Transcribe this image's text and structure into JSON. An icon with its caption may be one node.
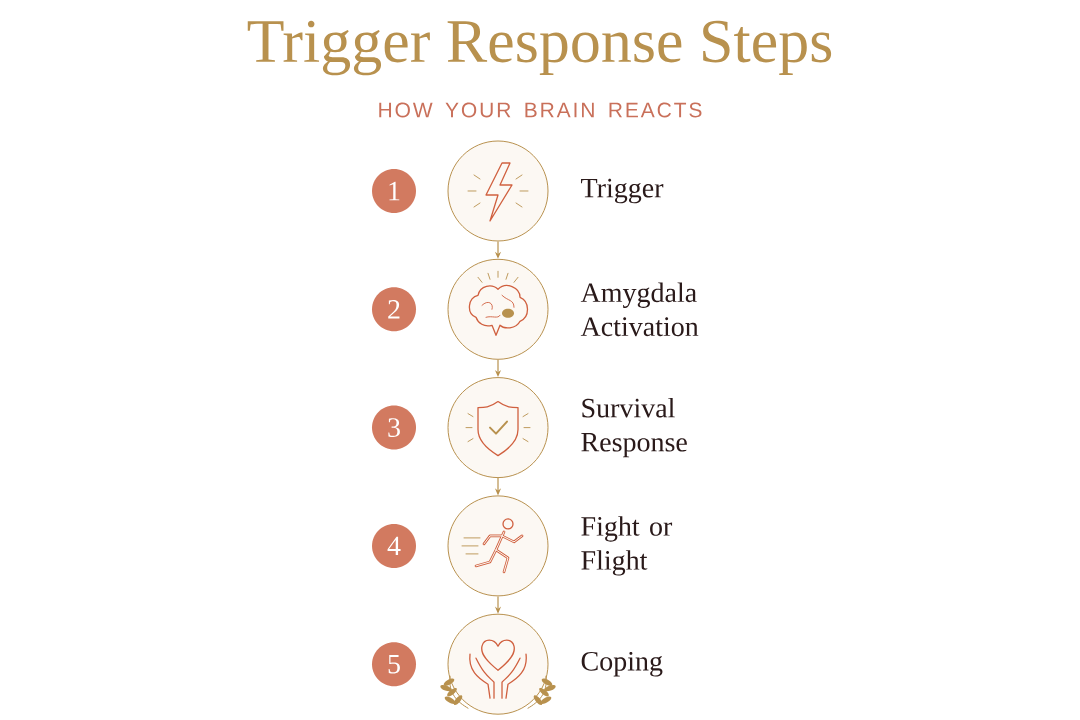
{
  "diagram": {
    "title": "Trigger Response Steps",
    "caption": "HOW YOUR BRAIN REACTS",
    "nodes": [
      {
        "text": [
          "1"
        ]
      },
      {
        "text": [],
        "shape": "circle",
        "beside": [
          "Trigger"
        ]
      },
      {
        "text": [
          "2"
        ]
      },
      {
        "text": [],
        "shape": "circle",
        "beside": [
          "Amygdala Activation"
        ]
      },
      {
        "text": [
          "3"
        ]
      },
      {
        "text": [],
        "shape": "circle",
        "beside": [
          "Survival Response"
        ]
      },
      {
        "text": [
          "4"
        ]
      },
      {
        "text": [],
        "shape": "circle",
        "beside": [
          "Fight or Flight"
        ]
      },
      {
        "text": [
          "5"
        ]
      },
      {
        "text": [],
        "shape": "circle",
        "beside": [
          "Coping"
        ]
      }
    ],
    "edges": [
      {
        "from": 1,
        "to": 3,
        "arrow": "to"
      },
      {
        "from": 3,
        "to": 5,
        "arrow": "to"
      },
      {
        "from": 5,
        "to": 7,
        "arrow": "to"
      },
      {
        "from": 7,
        "to": 9,
        "arrow": "to"
      }
    ]
  }
}
